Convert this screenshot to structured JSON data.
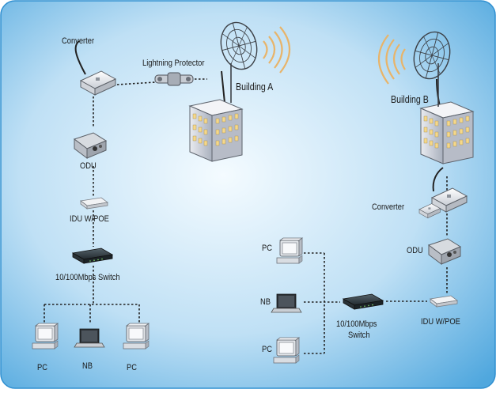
{
  "labels": {
    "converter_a": "Converter",
    "lightning_protector": "Lightning Protector",
    "building_a": "Building A",
    "building_b": "Building B",
    "odu_a": "ODU",
    "idu_a": "IDU W/POE",
    "switch_a": "10/100Mbps Switch",
    "pc_left_1": "PC",
    "nb_left": "NB",
    "pc_left_2": "PC",
    "converter_b": "Converter",
    "odu_b": "ODU",
    "idu_b": "IDU W/POE",
    "switch_b_line1": "10/100Mbps",
    "switch_b_line2": "Switch",
    "pc_right_1": "PC",
    "nb_right": "NB",
    "pc_right_2": "PC"
  },
  "colors": {
    "background_center": "#f4fbff",
    "background_edge": "#4fa7de",
    "link_dotted": "#222222",
    "building_face": "#cfd3dc",
    "building_window": "#f5d88a",
    "switch_body": "#2f3a40",
    "wave": "#e8b46a"
  }
}
